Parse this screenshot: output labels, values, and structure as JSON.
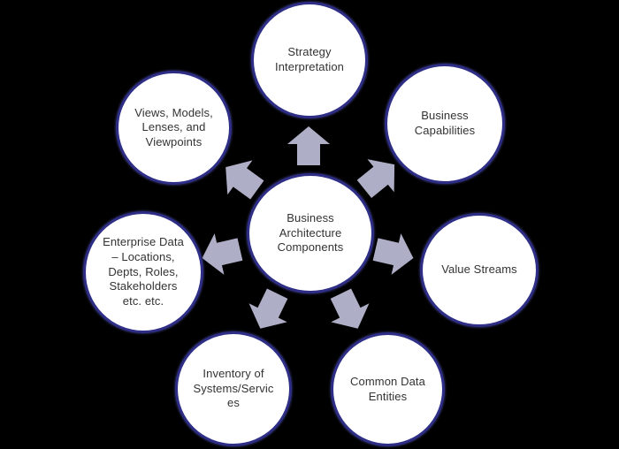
{
  "colors": {
    "background": "#000000",
    "circle_fill": "#ffffff",
    "circle_border": "#2e2e87",
    "arrow": "#aeaec6",
    "text": "#333333"
  },
  "diagram": {
    "hub": {
      "label": "Business\nArchitecture\nComponents"
    },
    "nodes": {
      "top": {
        "label": "Strategy\nInterpretation"
      },
      "upper_left": {
        "label": "Views, Models,\nLenses, and\nViewpoints"
      },
      "upper_right": {
        "label": "Business\nCapabilities"
      },
      "left": {
        "label": "Enterprise Data\n– Locations,\nDepts, Roles,\nStakeholders\netc. etc."
      },
      "right": {
        "label": "Value Streams"
      },
      "lower_left": {
        "label": "Inventory of\nSystems/Servic\nes"
      },
      "lower_right": {
        "label": "Common Data\nEntities"
      }
    }
  }
}
